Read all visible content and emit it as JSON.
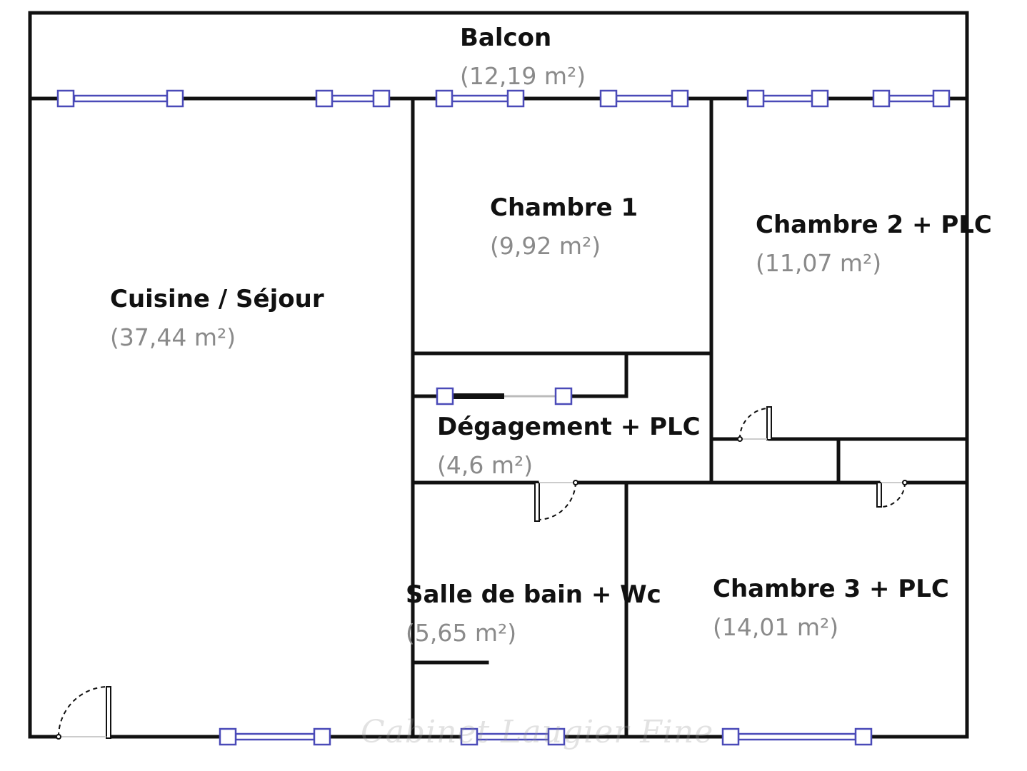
{
  "rooms": {
    "balcon": {
      "name": "Balcon",
      "area": "(12,19 m²)"
    },
    "chambre1": {
      "name": "Chambre 1",
      "area": "(9,92 m²)"
    },
    "chambre2": {
      "name": "Chambre 2 + PLC",
      "area": "(11,07 m²)"
    },
    "cuisine": {
      "name": "Cuisine / Séjour",
      "area": "(37,44 m²)"
    },
    "degagement": {
      "name": "Dégagement + PLC",
      "area": "(4,6 m²)"
    },
    "salle_de_bain": {
      "name": "Salle de bain + Wc",
      "area": "(5,65 m²)"
    },
    "chambre3": {
      "name": "Chambre 3 + PLC",
      "area": "(14,01 m²)"
    }
  },
  "watermark": "Cabinet Laugier Fine",
  "colors": {
    "wall": "#111111",
    "window_frame": "#4a4ab8",
    "room_name": "#111111",
    "room_area": "#8a8a8a"
  }
}
